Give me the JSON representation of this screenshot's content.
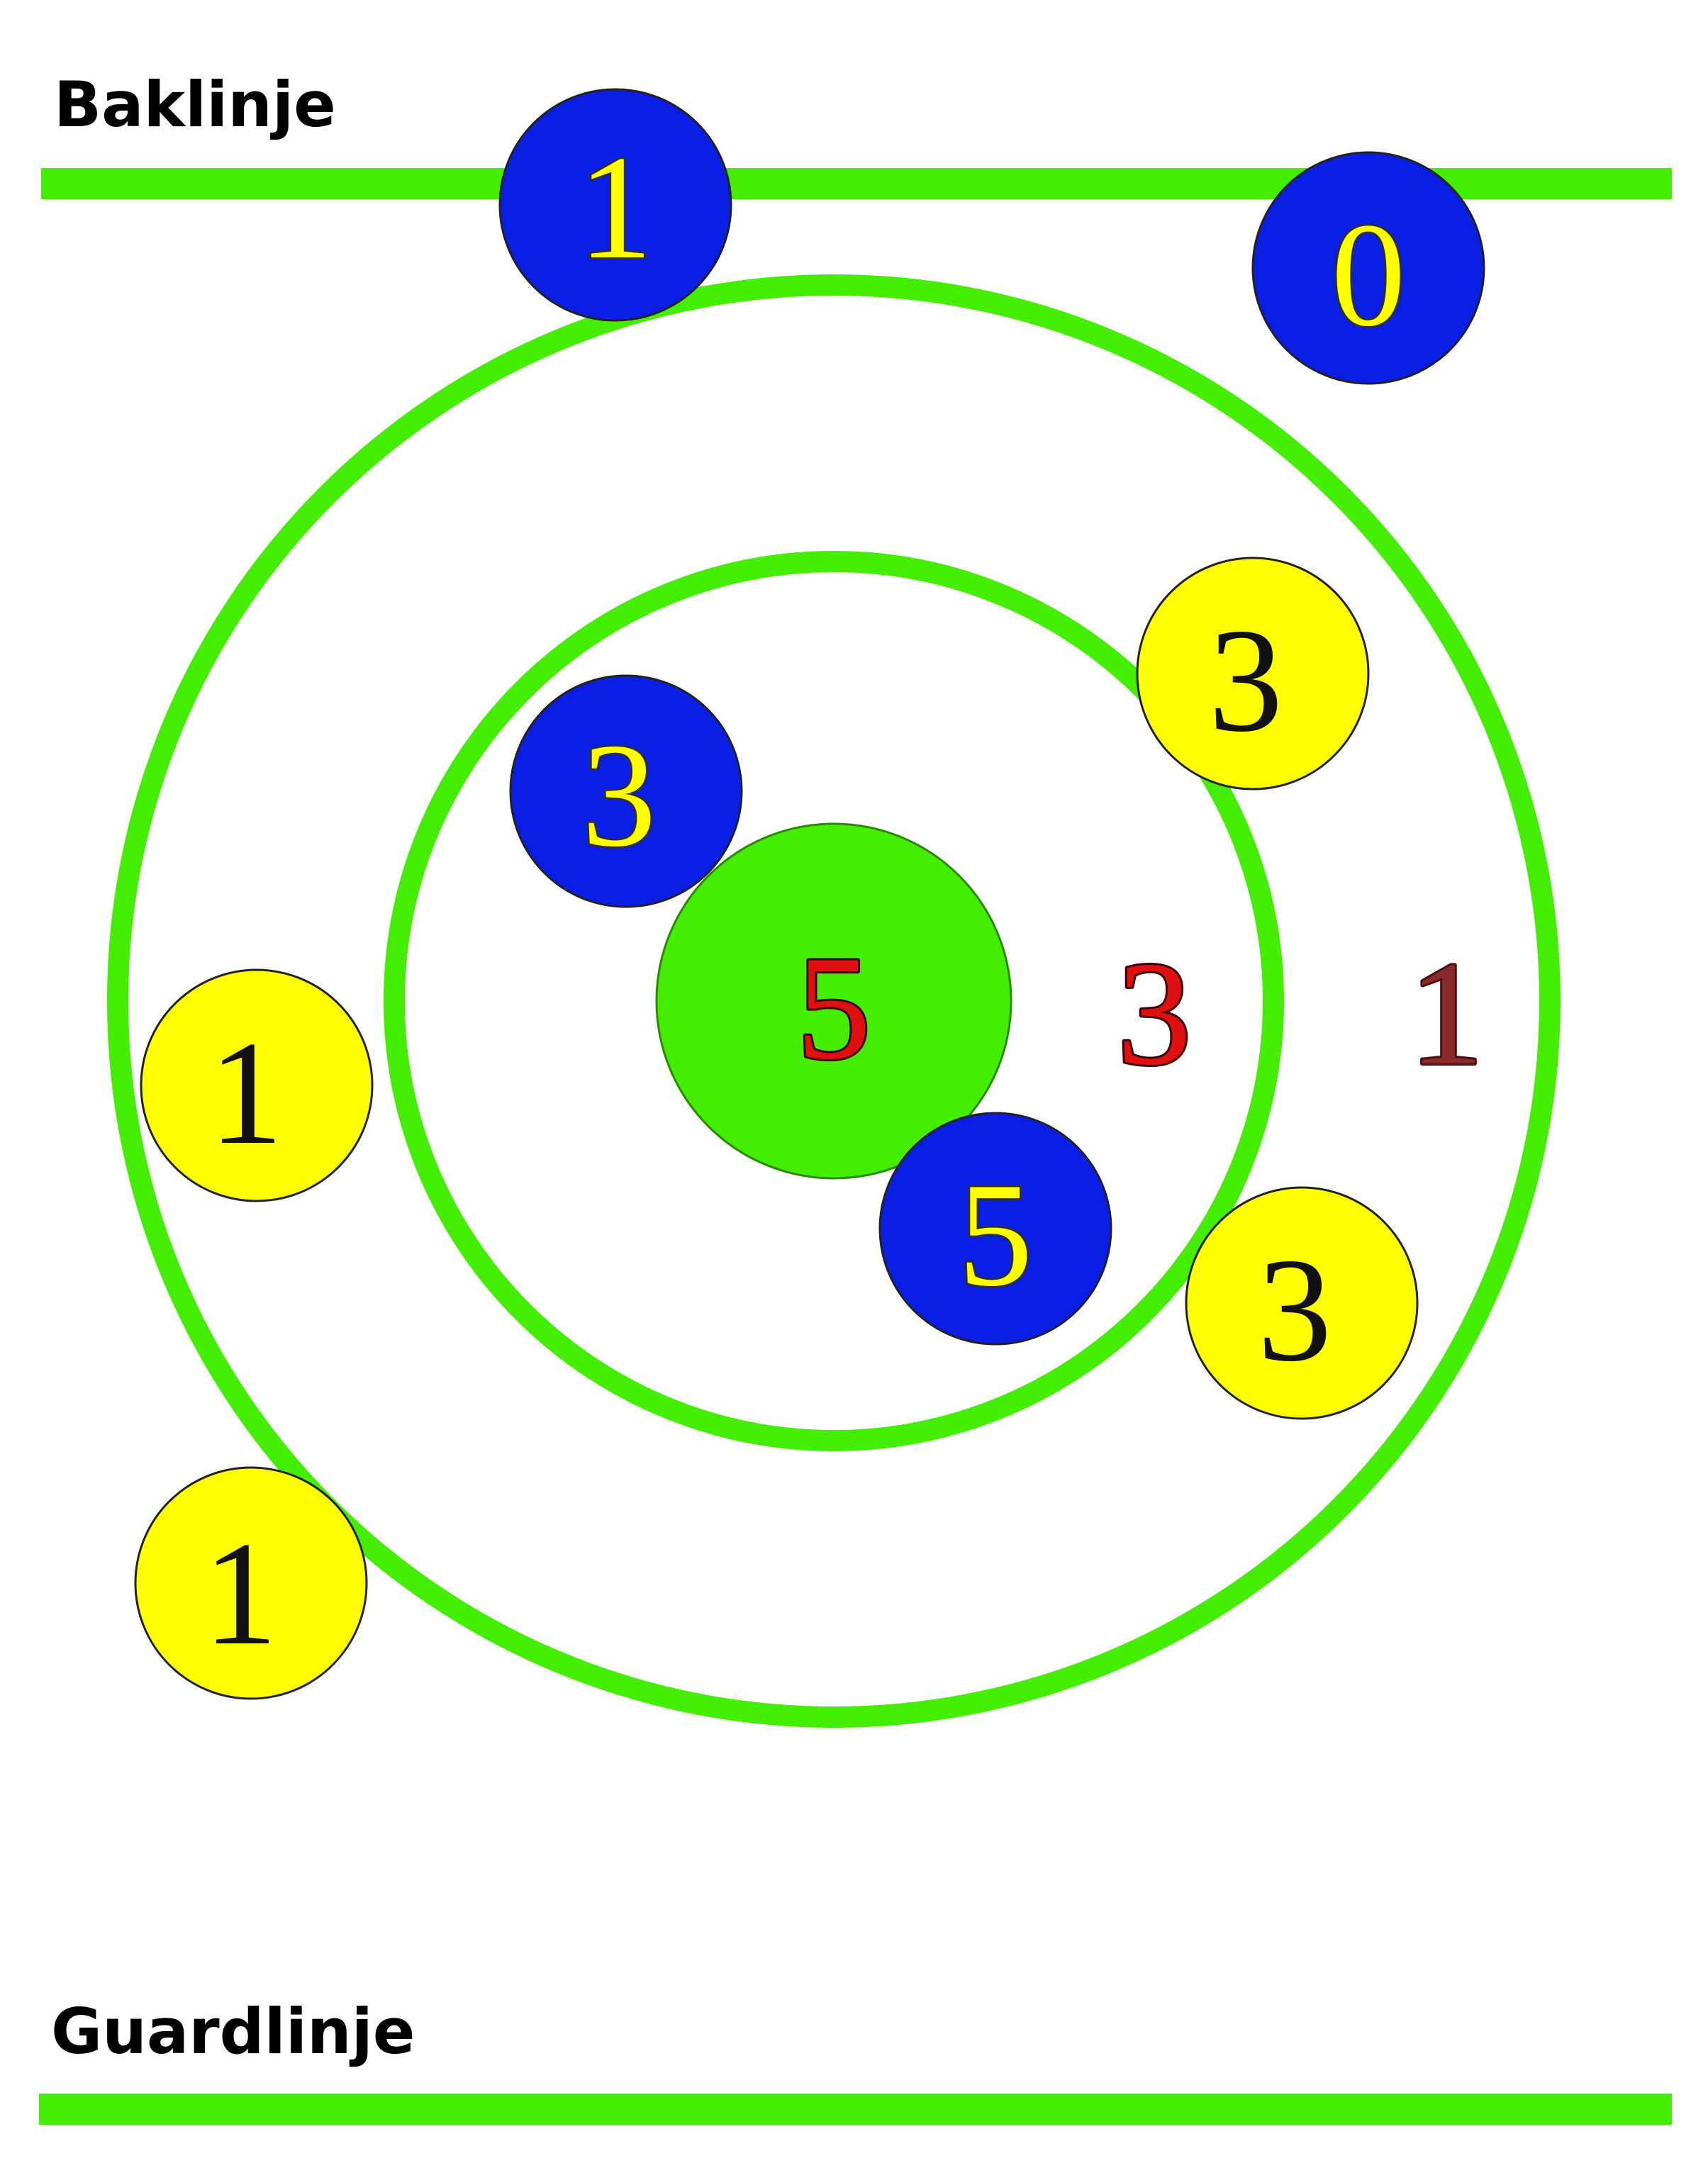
{
  "labels": {
    "backline": "Baklinje",
    "guardline": "Guardlinje"
  },
  "colors": {
    "line": "#44ee00",
    "button": "#44ee00",
    "blue_stone": "#0a1ee6",
    "yellow_stone": "#ffff00",
    "zone_number": "#e01010",
    "outer_zone_number": "#8b2a2a",
    "stone_outline": "#222222"
  },
  "zones": {
    "button_value": "5",
    "inner_ring_value": "3",
    "outer_ring_value": "1"
  },
  "stones": [
    {
      "team": "blue",
      "value": "1"
    },
    {
      "team": "blue",
      "value": "0"
    },
    {
      "team": "yellow",
      "value": "3"
    },
    {
      "team": "blue",
      "value": "3"
    },
    {
      "team": "yellow",
      "value": "1"
    },
    {
      "team": "blue",
      "value": "5"
    },
    {
      "team": "yellow",
      "value": "3"
    },
    {
      "team": "yellow",
      "value": "1"
    }
  ]
}
